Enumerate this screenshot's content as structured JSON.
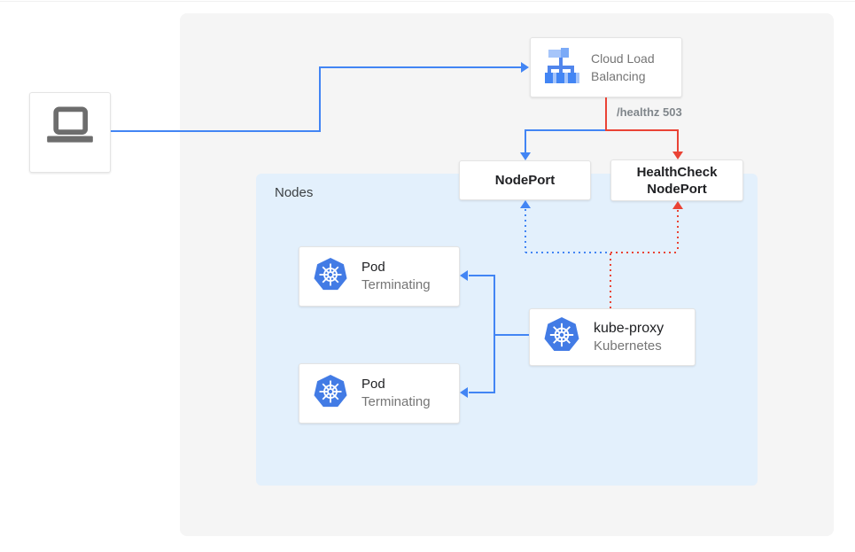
{
  "nodes": {
    "client": {
      "icon": "laptop-icon"
    },
    "cloud_load_balancing": {
      "label": "Cloud Load Balancing",
      "icon": "load-balancer-icon"
    },
    "node_port": {
      "label": "NodePort"
    },
    "healthcheck_node_port": {
      "label": "HealthCheck NodePort"
    },
    "nodes_group": {
      "label": "Nodes"
    },
    "pods": [
      {
        "title": "Pod",
        "status": "Terminating",
        "icon": "kubernetes-icon"
      },
      {
        "title": "Pod",
        "status": "Terminating",
        "icon": "kubernetes-icon"
      }
    ],
    "kube_proxy": {
      "title": "kube-proxy",
      "subtitle": "Kubernetes",
      "icon": "kubernetes-icon"
    }
  },
  "edges": {
    "healthz_label": "/healthz 503"
  },
  "colors": {
    "flow_blue": "#4285F4",
    "flow_red": "#EA4335",
    "nodes_group_bg": "#E3F0FC",
    "canvas_bg": "#F5F5F5",
    "kubernetes_blue": "#427BE5",
    "text_primary": "#202124",
    "text_secondary": "#757575",
    "healthz_text": "#80868B"
  }
}
